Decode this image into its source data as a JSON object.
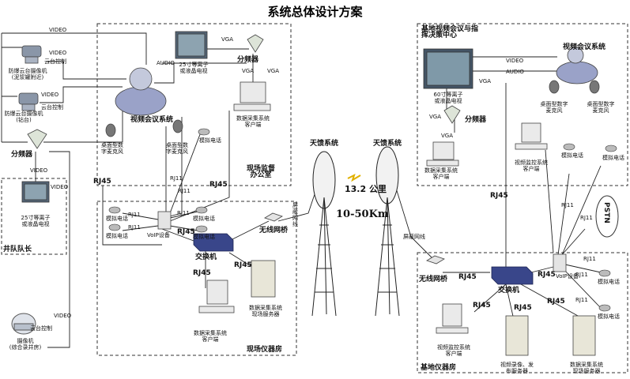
{
  "title": "系统总体设计方案",
  "zones": {
    "site_office": "现场监督办公室",
    "shaft_team": "井队队长",
    "site_instrument": "现场仪器房",
    "base_center": "基地视频会议与指挥决策中心",
    "base_instrument": "基地仪器房"
  },
  "devices": {
    "ptz_cam_1": "防爆云台摄像机\n(泥浆罐附近)",
    "ptz_cam_2": "防爆云台摄像机\n(钻台)",
    "ptz_control_1": "云台控制",
    "ptz_control_2": "云台控制",
    "ptz_control_3": "云台控制",
    "splitter_left": "分频器",
    "splitter_site": "分频器",
    "splitter_base": "分频器",
    "lcd_site": "25寸等离子\n或液晶电视",
    "lcd_team": "25寸等离子\n或液晶电视",
    "lcd_base": "60寸等离子\n或液晶电视",
    "vc_site": "视频会议系统",
    "vc_base": "视频会议系统",
    "mic_site_1": "桌面型数\n字麦克风",
    "mic_site_2": "桌面型数\n字麦克风",
    "mic_base_1": "桌面型数字\n麦克风",
    "mic_base_2": "桌面型数字\n麦克风",
    "pc_site_office": "数据采集系统\n客户端",
    "pc_site_instr": "数据采集系统\n客户端",
    "pc_base_1": "数据采集系统\n客户端",
    "pc_base_2": "视频监控系统\n客户端",
    "pc_base_3": "视频监控系统\n客户端",
    "server_site": "数据采集系统\n现场服务器",
    "server_base_1": "视频录像、发\n布服务器",
    "server_base_2": "数据采集系统\n现场服务器",
    "switch_site": "交换机",
    "switch_base": "交换机",
    "voip_site": "VoIP设备",
    "voip_base": "VoIP设备",
    "bridge_site": "无线网桥",
    "bridge_base": "无线网桥",
    "antenna_site": "天馈系统",
    "antenna_base": "天馈系统",
    "camera_general": "摄像机\n(综合录井房)",
    "phone": "模拟电话",
    "pstn": "PSTN"
  },
  "link_labels": {
    "video": "VIDEO",
    "vga": "VGA",
    "audio": "AUDIO",
    "rj45": "RJ45",
    "rj11": "RJ11",
    "feeder": "屏蔽网线"
  },
  "distance": "13.2 公里",
  "range": "10-50Km"
}
